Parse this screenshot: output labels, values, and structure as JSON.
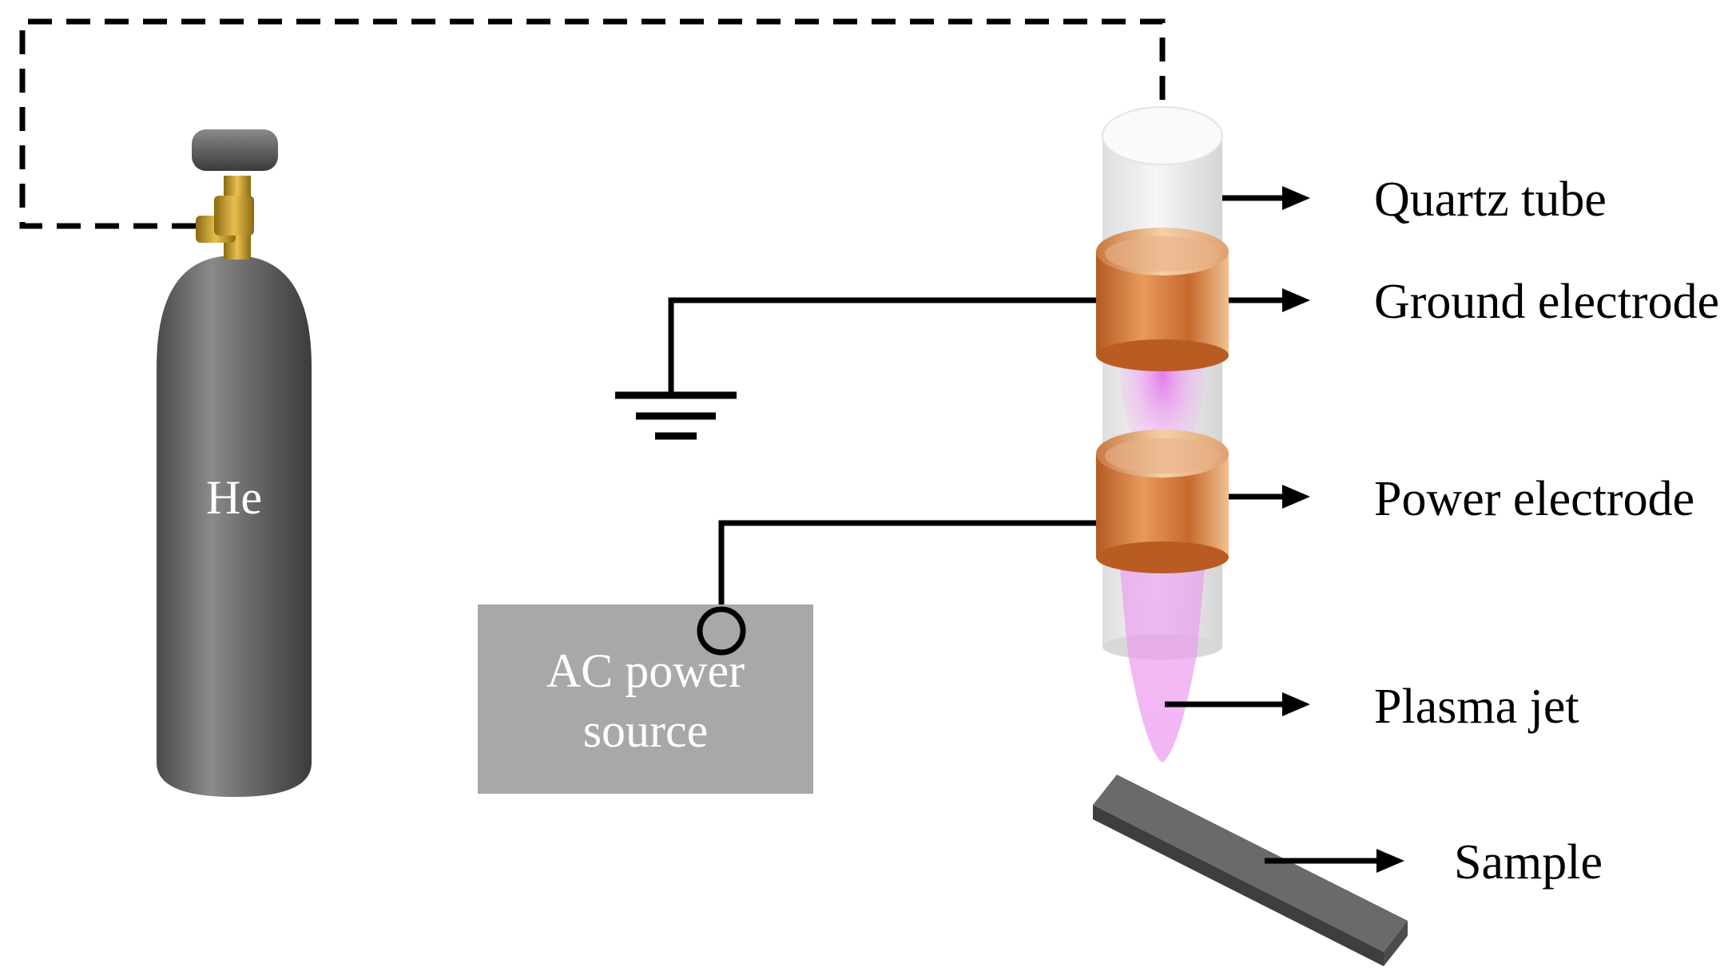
{
  "cylinder": {
    "gas_label": "He"
  },
  "power_source": {
    "line1": "AC power",
    "line2": "source"
  },
  "labels": {
    "quartz_tube": "Quartz tube",
    "ground_electrode": "Ground electrode",
    "power_electrode": "Power electrode",
    "plasma_jet": "Plasma jet",
    "sample": "Sample"
  },
  "colors": {
    "cylinder": "#6a6a6a",
    "valve": "#c8a02a",
    "electrode": "#c8692e",
    "plasma": "#e070e8",
    "power_box": "#a8a8a8",
    "sample": "#5a5a5a"
  }
}
